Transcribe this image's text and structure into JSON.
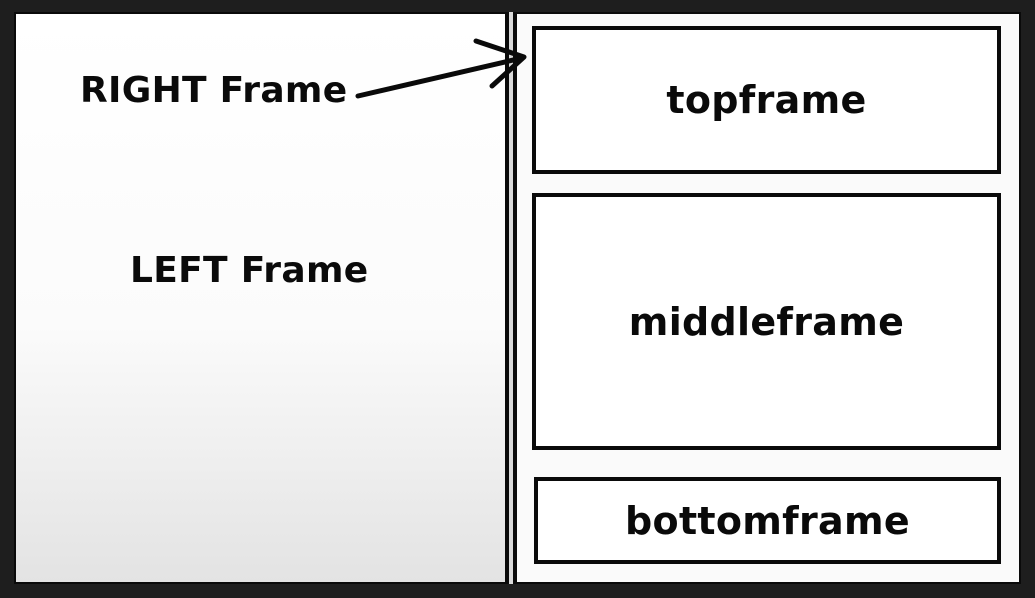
{
  "left_frame": {
    "label": "LEFT Frame"
  },
  "right_frame": {
    "label": "RIGHT Frame"
  },
  "frames": {
    "top": "topframe",
    "middle": "middleframe",
    "bottom": "bottomframe"
  },
  "colors": {
    "background": "#1e1e1e",
    "frame_border": "#0a0a0a",
    "frame_fill": "#ffffff",
    "text": "#0a0a0a"
  }
}
